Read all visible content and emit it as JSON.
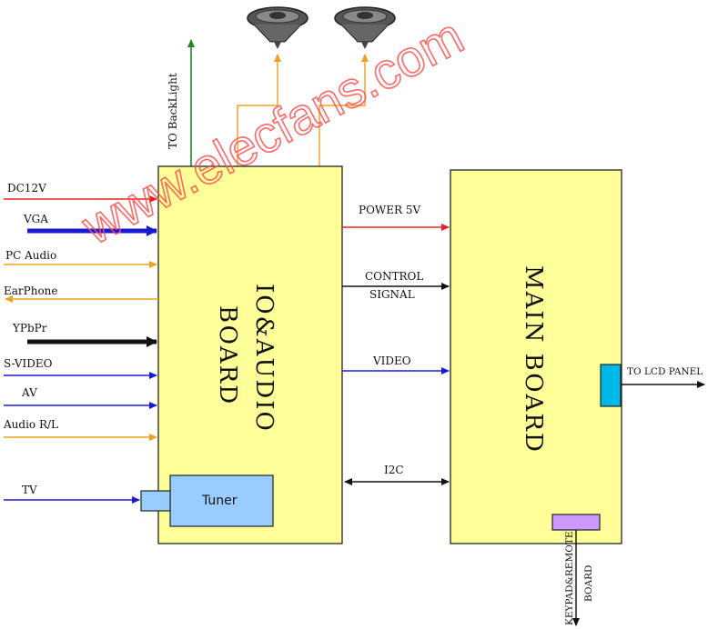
{
  "io_board": {
    "line1": "IO&AUDIO",
    "line2": "BOARD"
  },
  "main_board": {
    "line1": "MAIN BOARD"
  },
  "tuner": {
    "label": "Tuner"
  },
  "inputs": {
    "dc12v": "DC12V",
    "vga": "VGA",
    "pc_audio": "PC Audio",
    "earphone": "EarPhone",
    "ypbpr": "YPbPr",
    "svideo": "S-VIDEO",
    "av": "AV",
    "audio_rl": "Audio R/L",
    "tv": "TV"
  },
  "links": {
    "power": "POWER 5V",
    "control1": "CONTROL",
    "control2": "SIGNAL",
    "video": "VIDEO",
    "i2c": "I2C"
  },
  "outputs": {
    "backlight": "TO BackLight",
    "lcd": "TO LCD PANEL",
    "keypad1": "KEYPAD&REMOTE",
    "keypad2": "BOARD"
  },
  "watermark": "www.elecfans.com",
  "colors": {
    "board_fill": "#ffff99",
    "tuner_fill": "#99ccff",
    "red": "#e8201e",
    "blue": "#1a1ad6",
    "orange": "#f0a020",
    "green": "#1f8a1f",
    "cyan": "#00b7e8",
    "violet": "#cc99ff"
  }
}
